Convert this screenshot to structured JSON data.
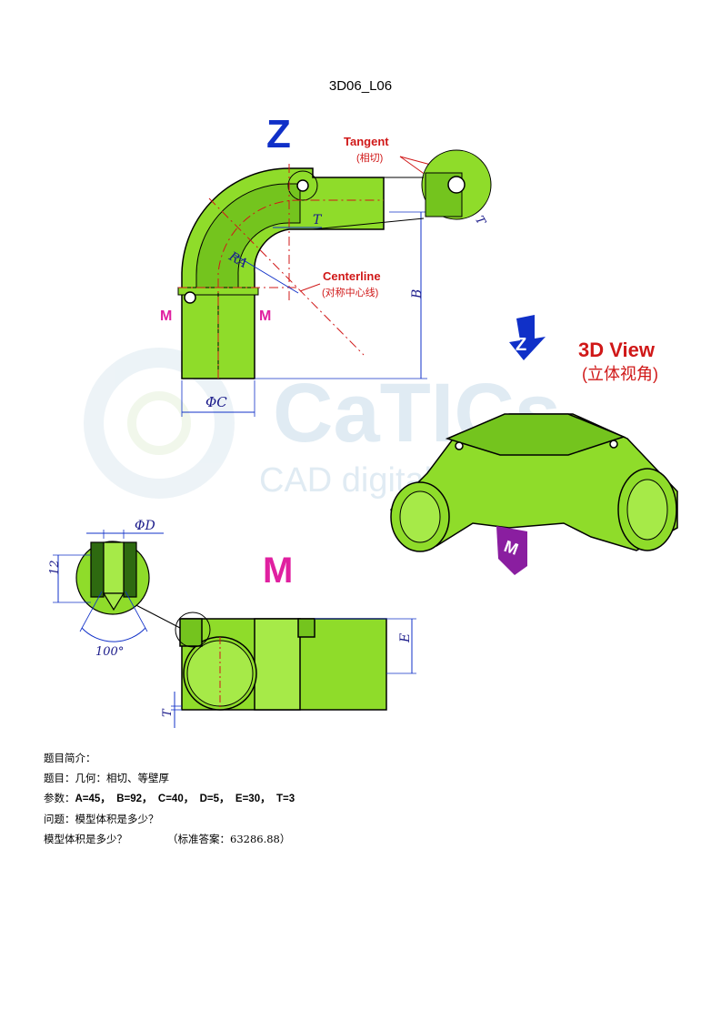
{
  "title": "3D06_L06",
  "labels": {
    "z_view": "Z",
    "tangent": "Tangent",
    "tangent_cn": "(相切)",
    "centerline": "Centerline",
    "centerline_cn": "(对称中心线)",
    "view3d": "3D View",
    "view3d_cn": "(立体视角)",
    "m_view": "M",
    "m_left": "M",
    "m_right": "M",
    "m_tag": "M",
    "z_arrow": "Z",
    "watermark": "CaTICs",
    "watermark_sub": "CAD digital..."
  },
  "dims": {
    "ra": "RA",
    "t_top": "T",
    "t_detail": "T",
    "b": "B",
    "c": "ΦC",
    "d": "ΦD",
    "twelve": "12",
    "angle": "100°",
    "e": "E",
    "t_bottom": "T"
  },
  "colors": {
    "green": "#8fdc2a",
    "green_dark": "#4c8f10",
    "accent_blue": "#1030c8",
    "accent_red": "#d01818",
    "magenta": "#e020a0",
    "purple": "#8a1ea0"
  },
  "description": {
    "heading": "题目简介：",
    "topic": "题目：几何：相切、等壁厚",
    "params_prefix": "参数：",
    "params": "A=45，  B=92，  C=40，  D=5，  E=30，  T=3",
    "question": "问题：模型体积是多少？",
    "answer_q": "模型体积是多少？",
    "answer": "（标准答案：63286.88）"
  }
}
